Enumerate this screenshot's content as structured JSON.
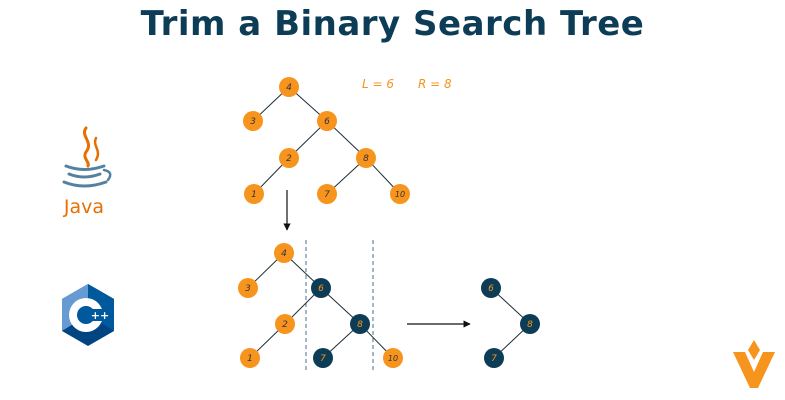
{
  "page": {
    "title": "Trim a Binary Search Tree"
  },
  "colors": {
    "orange": "#f7941d",
    "dark_blue": "#0d3d56",
    "java_blue": "#5382a1",
    "java_orange": "#e76f00",
    "cpp_dark": "#00599c",
    "cpp_light": "#659ad2",
    "line": "#1a2f3a"
  },
  "constraints": {
    "l_text": "L = 6",
    "r_text": "R = 8"
  },
  "logos": {
    "java_label": "Java",
    "cpp_plus": "++"
  },
  "tree_original": {
    "nodes": [
      "4",
      "3",
      "6",
      "2",
      "8",
      "1",
      "7",
      "10"
    ]
  },
  "tree_marked": {
    "nodes": [
      "4",
      "3",
      "6",
      "2",
      "8",
      "1",
      "7",
      "10"
    ],
    "kept": [
      "6",
      "8",
      "7"
    ]
  },
  "tree_result": {
    "nodes": [
      "6",
      "8",
      "7"
    ]
  }
}
